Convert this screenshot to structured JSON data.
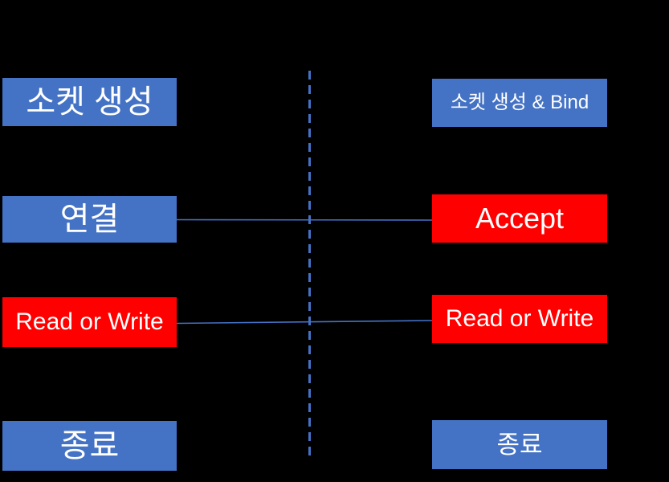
{
  "diagram": {
    "title": "socket-client-server-flow",
    "client_flow": {
      "steps": [
        {
          "label": "소켓 생성",
          "variant": "blue"
        },
        {
          "label": "연결",
          "variant": "blue"
        },
        {
          "label": "Read or Write",
          "variant": "red"
        },
        {
          "label": "종료",
          "variant": "blue"
        }
      ]
    },
    "server_flow": {
      "steps": [
        {
          "label": "소켓 생성 & Bind",
          "variant": "blue"
        },
        {
          "label": "Accept",
          "variant": "red"
        },
        {
          "label": "Read or Write",
          "variant": "red"
        },
        {
          "label": "종료",
          "variant": "blue"
        }
      ]
    },
    "connections": [
      {
        "from": "연결",
        "to": "Accept"
      },
      {
        "from": "Read or Write",
        "to": "Read or Write"
      }
    ],
    "colors": {
      "background": "#000000",
      "box_blue": "#4472C4",
      "box_red": "#FF0000",
      "line_blue": "#4472C4",
      "text": "#FFFFFF"
    }
  }
}
